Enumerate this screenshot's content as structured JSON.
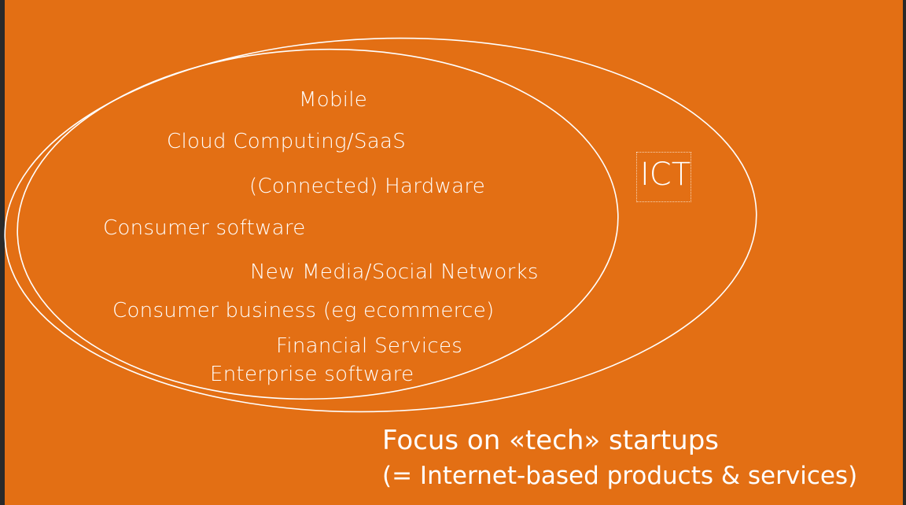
{
  "colors": {
    "background": "#e36f14",
    "text": "#ffffff",
    "oval_stroke": "#ffffff"
  },
  "inner_set": {
    "items": [
      "Mobile",
      "Cloud Computing/SaaS",
      "(Connected) Hardware",
      "Consumer software",
      "New Media/Social Networks",
      "Consumer business (eg ecommerce)",
      "Financial Services",
      "Enterprise software"
    ]
  },
  "outer_set": {
    "label": "ICT"
  },
  "caption": {
    "title": "Focus on «tech» startups",
    "subtitle": "(= Internet-based products & services)"
  }
}
